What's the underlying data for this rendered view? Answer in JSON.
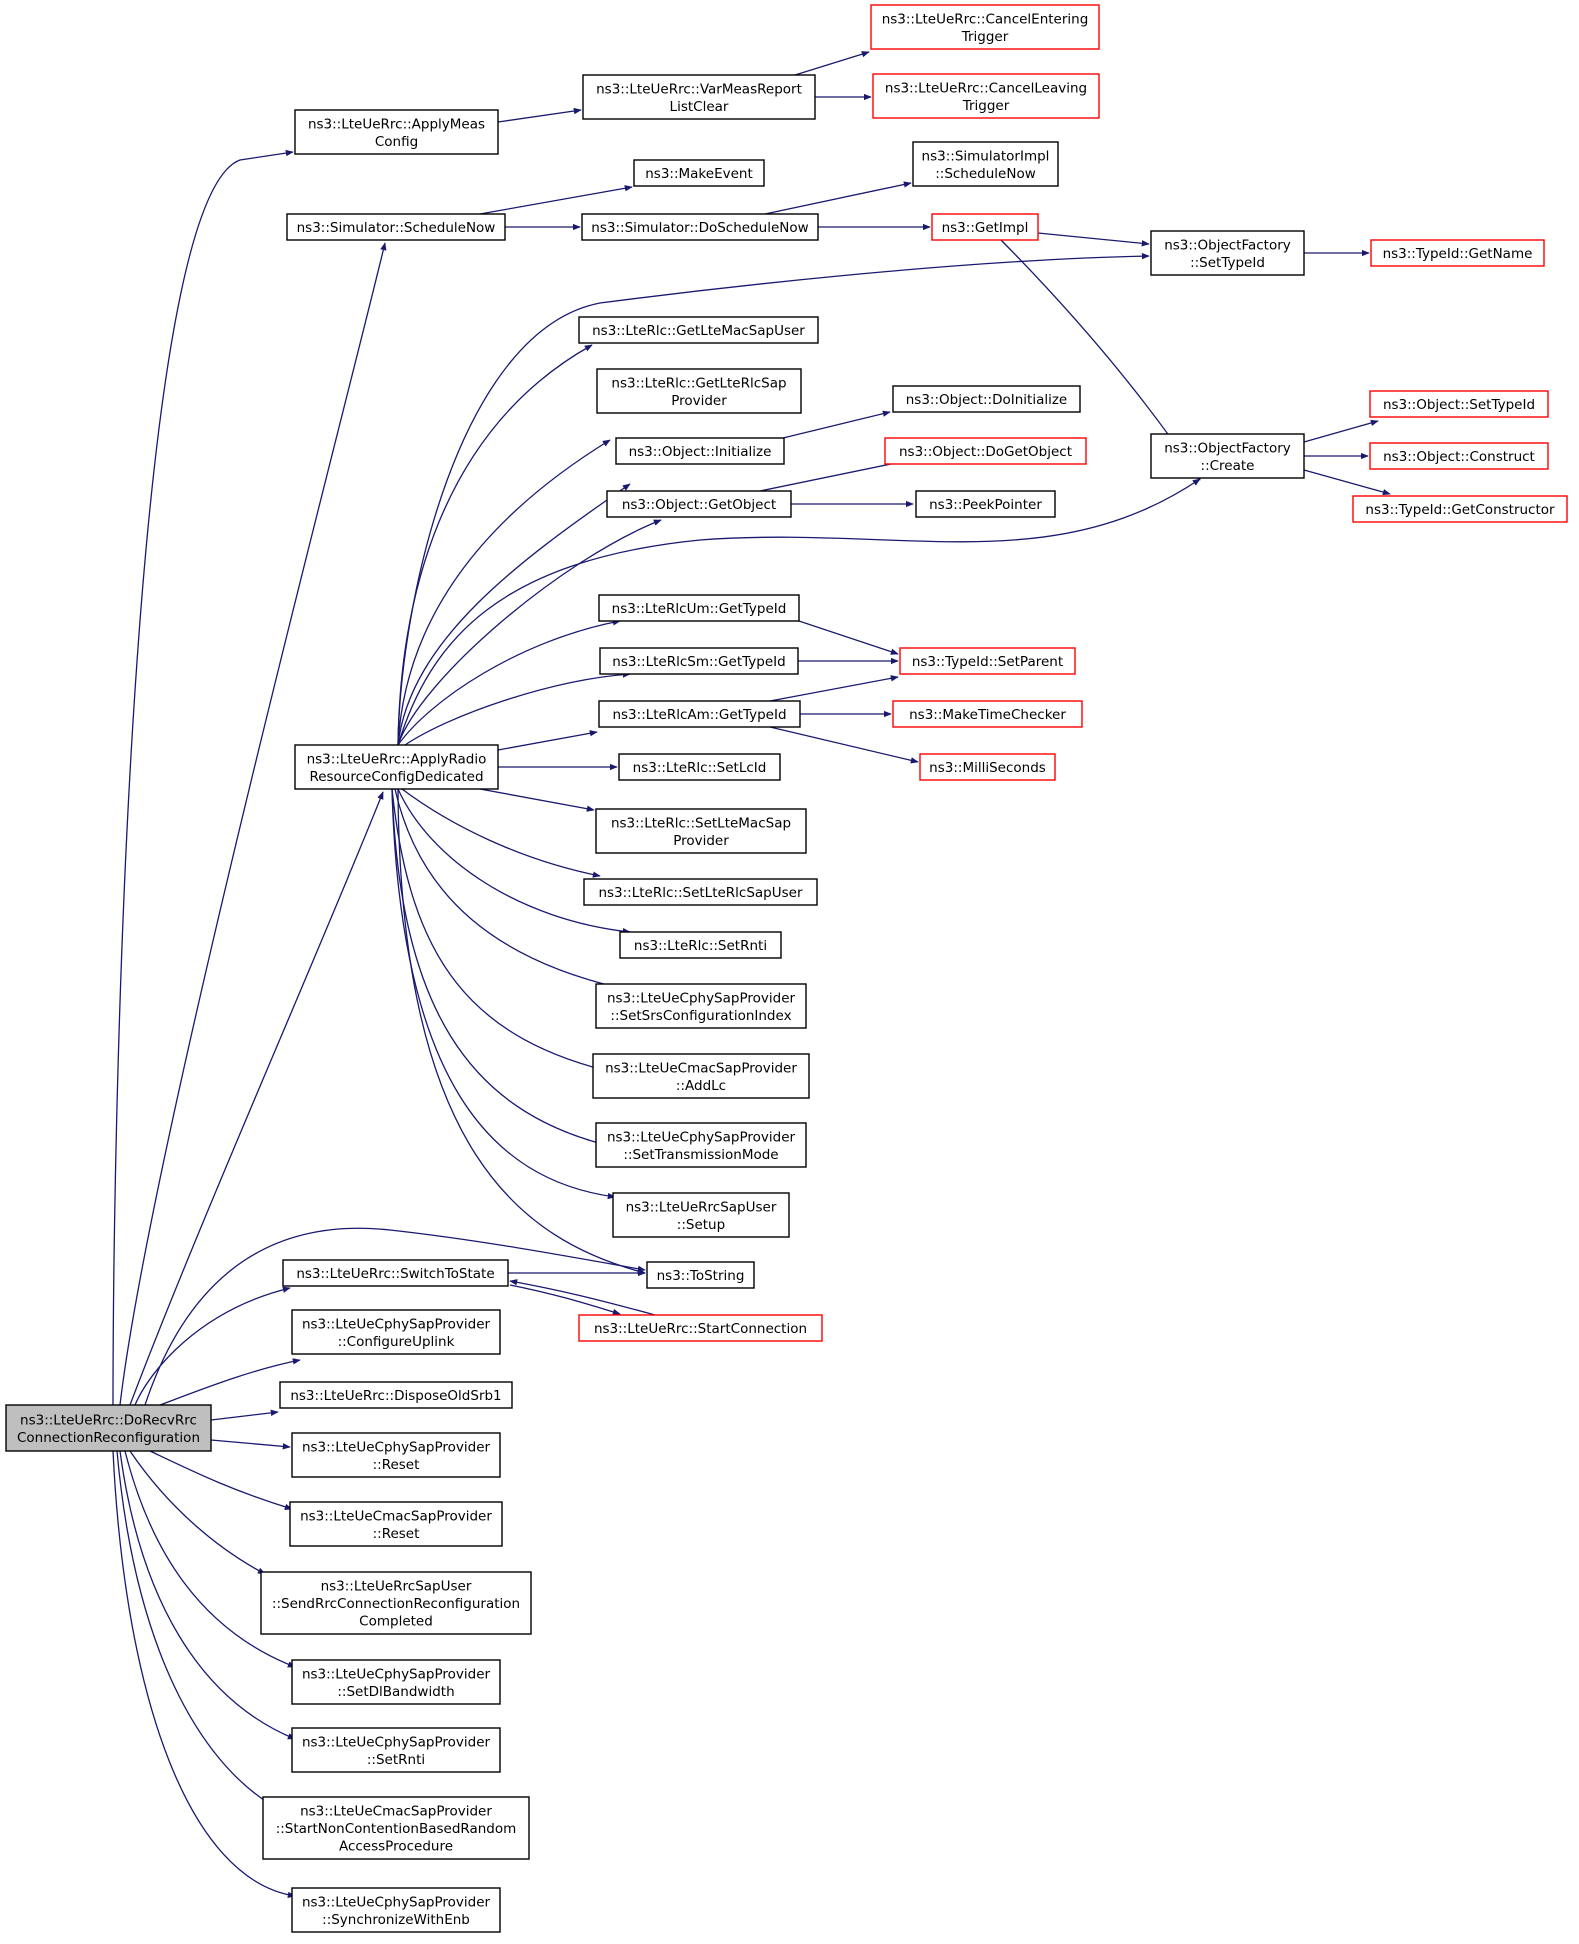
{
  "colors": {
    "edge": "#191970",
    "node_border": "#000000",
    "truncated_border": "#ff0000",
    "root_fill": "#bfbfbf"
  },
  "nodes": {
    "root": [
      "ns3::LteUeRrc::DoRecvRrc",
      "ConnectionReconfiguration"
    ],
    "applyMeas": [
      "ns3::LteUeRrc::ApplyMeas",
      "Config"
    ],
    "schedNow": [
      "ns3::Simulator::ScheduleNow"
    ],
    "applyRadio": [
      "ns3::LteUeRrc::ApplyRadio",
      "ResourceConfigDedicated"
    ],
    "switchState": [
      "ns3::LteUeRrc::SwitchToState"
    ],
    "cfgUplink": [
      "ns3::LteUeCphySapProvider",
      "::ConfigureUplink"
    ],
    "disposeSrb1": [
      "ns3::LteUeRrc::DisposeOldSrb1"
    ],
    "cphyReset": [
      "ns3::LteUeCphySapProvider",
      "::Reset"
    ],
    "cmacReset": [
      "ns3::LteUeCmacSapProvider",
      "::Reset"
    ],
    "sendReconf": [
      "ns3::LteUeRrcSapUser",
      "::SendRrcConnectionReconfiguration",
      "Completed"
    ],
    "setDlBw": [
      "ns3::LteUeCphySapProvider",
      "::SetDlBandwidth"
    ],
    "setRntiCphy": [
      "ns3::LteUeCphySapProvider",
      "::SetRnti"
    ],
    "startNonCont": [
      "ns3::LteUeCmacSapProvider",
      "::StartNonContentionBasedRandom",
      "AccessProcedure"
    ],
    "syncEnb": [
      "ns3::LteUeCphySapProvider",
      "::SynchronizeWithEnb"
    ],
    "varMeas": [
      "ns3::LteUeRrc::VarMeasReport",
      "ListClear"
    ],
    "cancelEnter": [
      "ns3::LteUeRrc::CancelEntering",
      "Trigger"
    ],
    "cancelLeave": [
      "ns3::LteUeRrc::CancelLeaving",
      "Trigger"
    ],
    "makeEvent": [
      "ns3::MakeEvent"
    ],
    "doSched": [
      "ns3::Simulator::DoScheduleNow"
    ],
    "simImpl": [
      "ns3::SimulatorImpl",
      "::ScheduleNow"
    ],
    "getImpl": [
      "ns3::GetImpl"
    ],
    "ofSetTid": [
      "ns3::ObjectFactory",
      "::SetTypeId"
    ],
    "tidGetName": [
      "ns3::TypeId::GetName"
    ],
    "ofCreate": [
      "ns3::ObjectFactory",
      "::Create"
    ],
    "objSetTid": [
      "ns3::Object::SetTypeId"
    ],
    "objConstruct": [
      "ns3::Object::Construct"
    ],
    "tidGetCtor": [
      "ns3::TypeId::GetConstructor"
    ],
    "getMacSapUser": [
      "ns3::LteRlc::GetLteMacSapUser"
    ],
    "getRlcSapProv": [
      "ns3::LteRlc::GetLteRlcSap",
      "Provider"
    ],
    "objInit": [
      "ns3::Object::Initialize"
    ],
    "objDoInit": [
      "ns3::Object::DoInitialize"
    ],
    "objGetObj": [
      "ns3::Object::GetObject"
    ],
    "objDoGetObj": [
      "ns3::Object::DoGetObject"
    ],
    "peekPtr": [
      "ns3::PeekPointer"
    ],
    "rlcUm": [
      "ns3::LteRlcUm::GetTypeId"
    ],
    "rlcSm": [
      "ns3::LteRlcSm::GetTypeId"
    ],
    "rlcAm": [
      "ns3::LteRlcAm::GetTypeId"
    ],
    "tidSetParent": [
      "ns3::TypeId::SetParent"
    ],
    "makeTime": [
      "ns3::MakeTimeChecker"
    ],
    "milli": [
      "ns3::MilliSeconds"
    ],
    "setLcid": [
      "ns3::LteRlc::SetLcId"
    ],
    "setMacSapProv": [
      "ns3::LteRlc::SetLteMacSap",
      "Provider"
    ],
    "setRlcSapUser": [
      "ns3::LteRlc::SetLteRlcSapUser"
    ],
    "setRntiRlc": [
      "ns3::LteRlc::SetRnti"
    ],
    "setSrs": [
      "ns3::LteUeCphySapProvider",
      "::SetSrsConfigurationIndex"
    ],
    "addLc": [
      "ns3::LteUeCmacSapProvider",
      "::AddLc"
    ],
    "setTxMode": [
      "ns3::LteUeCphySapProvider",
      "::SetTransmissionMode"
    ],
    "rrcSapSetup": [
      "ns3::LteUeRrcSapUser",
      "::Setup"
    ],
    "toString": [
      "ns3::ToString"
    ],
    "startConn": [
      "ns3::LteUeRrc::StartConnection"
    ]
  }
}
